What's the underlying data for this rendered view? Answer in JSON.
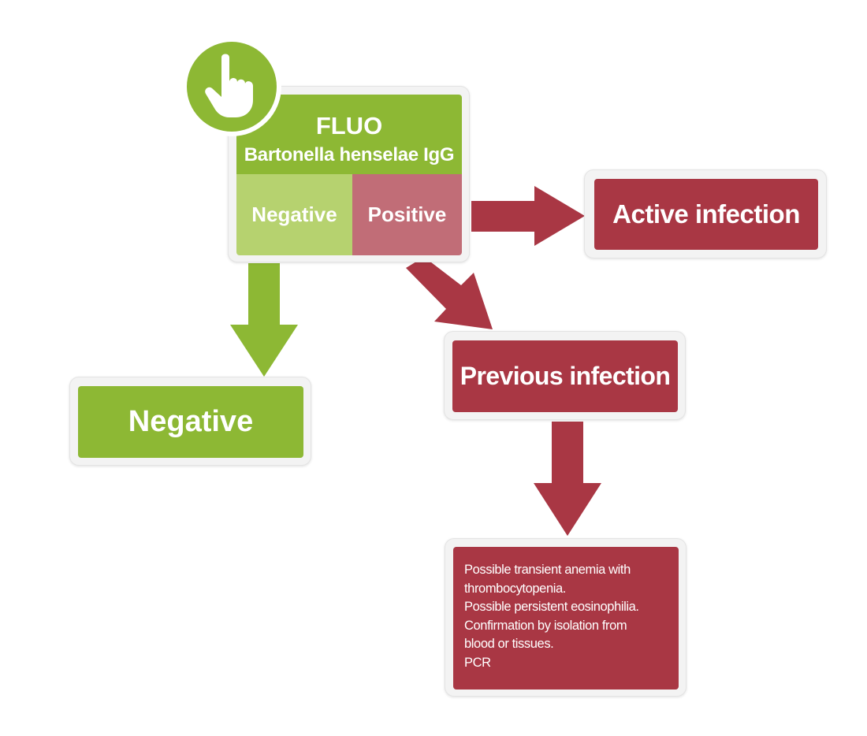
{
  "test": {
    "method": "FLUO",
    "name": "Bartonella henselae IgG",
    "negative_label": "Negative",
    "positive_label": "Positive"
  },
  "outcomes": {
    "active_infection": "Active infection",
    "previous_infection": "Previous infection",
    "negative": "Negative"
  },
  "notes": [
    "Possible transient anemia with",
    "thrombocytopenia.",
    "Possible persistent eosinophilia.",
    "Confirmation by isolation from",
    "blood or tissues.",
    "PCR"
  ],
  "icons": {
    "start": "pointing-hand-icon"
  },
  "colors": {
    "green": "#8db834",
    "light_green": "#b6d26f",
    "red": "#a93744",
    "light_red": "#c16d77",
    "card_bg": "#f3f3f3"
  }
}
